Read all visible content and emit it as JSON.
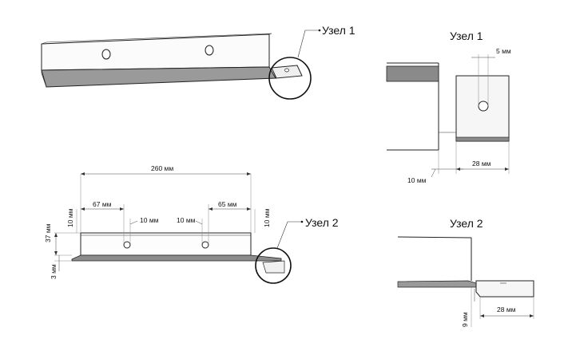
{
  "callouts": {
    "node1": "Узел 1",
    "node2": "Узел 2"
  },
  "detail_titles": {
    "node1": "Узел 1",
    "node2": "Узел 2"
  },
  "dimensions": {
    "overall_length": "260 мм",
    "left_hole_offset": "67 мм",
    "right_hole_offset": "65 мм",
    "hole_dia_left": "10 мм",
    "hole_dia_right": "10 мм",
    "left_edge_gap": "10 мм",
    "right_edge_gap": "10 мм",
    "height": "37 мм",
    "thickness": "3 мм",
    "node1_hole": "5 мм",
    "node1_gap": "10 мм",
    "node1_tab": "28 мм",
    "node2_depth": "9 мм",
    "node2_tab": "28 мм"
  },
  "colors": {
    "line": "#222222",
    "strip_fill": "#8a8a8a",
    "panel_fill": "#f4f4f4"
  }
}
